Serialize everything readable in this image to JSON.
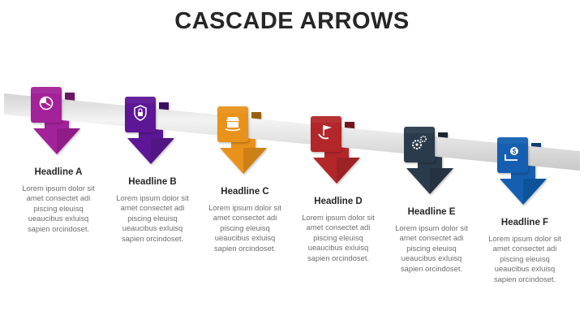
{
  "title": "CASCADE ARROWS",
  "steps": [
    {
      "headline": "Headline A",
      "color": "#a3249a",
      "icon": "speedometer-icon",
      "body": "Lorem ipsum dolor sit amet consectet adi piscing eleuisq ueaucibus exluisq sapien orcindoset."
    },
    {
      "headline": "Headline B",
      "color": "#5d1596",
      "icon": "shield-lock-icon",
      "body": "Lorem ipsum dolor sit amet consectet adi piscing eleuisq ueaucibus exluisq sapien orcindoset."
    },
    {
      "headline": "Headline C",
      "color": "#e8921a",
      "icon": "package-hand-icon",
      "body": "Lorem ipsum dolor sit amet consectet adi piscing eleuisq ueaucibus exluisq sapien orcindoset."
    },
    {
      "headline": "Headline D",
      "color": "#b3262b",
      "icon": "flag-hand-icon",
      "body": "Lorem ipsum dolor sit amet consectet adi piscing eleuisq ueaucibus exluisq sapien orcindoset."
    },
    {
      "headline": "Headline E",
      "color": "#2b3a4c",
      "icon": "gears-icon",
      "body": "Lorem ipsum dolor sit amet consectet adi piscing eleuisq ueaucibus exluisq sapien orcindoset."
    },
    {
      "headline": "Headline F",
      "color": "#135fb0",
      "icon": "money-hand-icon",
      "body": "Lorem ipsum dolor sit amet consectet adi piscing eleuisq ueaucibus exluisq sapien orcindoset."
    }
  ]
}
